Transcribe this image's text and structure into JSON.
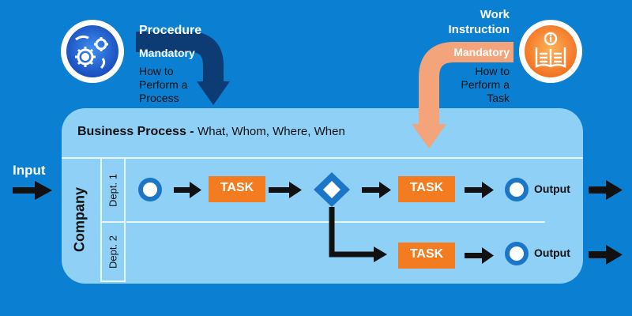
{
  "procedure": {
    "title": "Procedure",
    "badge": "Mandatory",
    "desc_line1": "How to",
    "desc_line2": "Perform a",
    "desc_line3": "Process",
    "icon": "gears-icon"
  },
  "work_instruction": {
    "title_line1": "Work",
    "title_line2": "Instruction",
    "badge": "Mandatory",
    "desc_line1": "How to",
    "desc_line2": "Perform a",
    "desc_line3": "Task",
    "icon": "manual-book-icon"
  },
  "business_process": {
    "label": "Business Process -",
    "subtitle": "What, Whom, Where, When"
  },
  "company_label": "Company",
  "input_label": "Input",
  "lanes": [
    {
      "label": "Dept. 1"
    },
    {
      "label": "Dept. 2"
    }
  ],
  "tasks": [
    "TASK",
    "TASK",
    "TASK"
  ],
  "outputs": [
    "Output",
    "Output"
  ],
  "colors": {
    "background": "#0b7fd1",
    "panel": "#8fd0f7",
    "task": "#f47b20",
    "procedure_arrow": "#0d3b73",
    "work_arrow": "#f4a47a",
    "start_node": "#1b76c8"
  }
}
